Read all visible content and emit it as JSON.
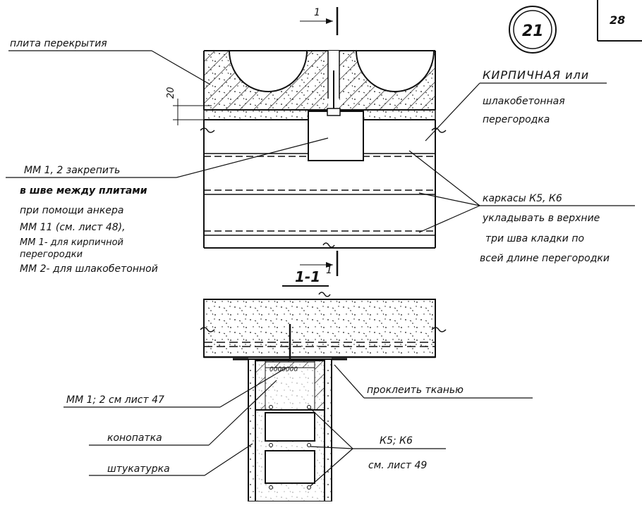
{
  "sheet": {
    "page_number": "28",
    "detail_number": "21"
  },
  "plan": {
    "label_slab": "плита перекрытия",
    "dim_20": "20",
    "label_partition_1": "КИРПИЧНАЯ или",
    "label_partition_2": "шлакобетонная",
    "label_partition_3": "перегородка",
    "note_mm_1": "ММ 1, 2 закрепить",
    "note_mm_2": "в шве между плитами",
    "note_mm_3": "при помощи анкера",
    "note_mm_4": "ММ 11 (см. лист 48),",
    "note_mm_5": "ММ 1- для кирпичной",
    "note_mm_6": "перегородки",
    "note_mm_7": "ММ 2- для шлакобетонной",
    "frames_1": "каркасы К5, К6",
    "frames_2": "укладывать в верхние",
    "frames_3": "три шва кладки по",
    "frames_4": "всей длине перегородки",
    "section_mark_top": "1",
    "section_mark_bottom": "1"
  },
  "section": {
    "title": "1-1",
    "label_mm": "ММ 1; 2 см лист 47",
    "label_fabric": "проклеить тканью",
    "label_caulk": "конопатка",
    "label_k56_1": "К5; К6",
    "label_k56_2": "см. лист 49",
    "label_plaster": "штукатурка"
  },
  "colors": {
    "ink": "#111111",
    "paper": "#ffffff"
  }
}
